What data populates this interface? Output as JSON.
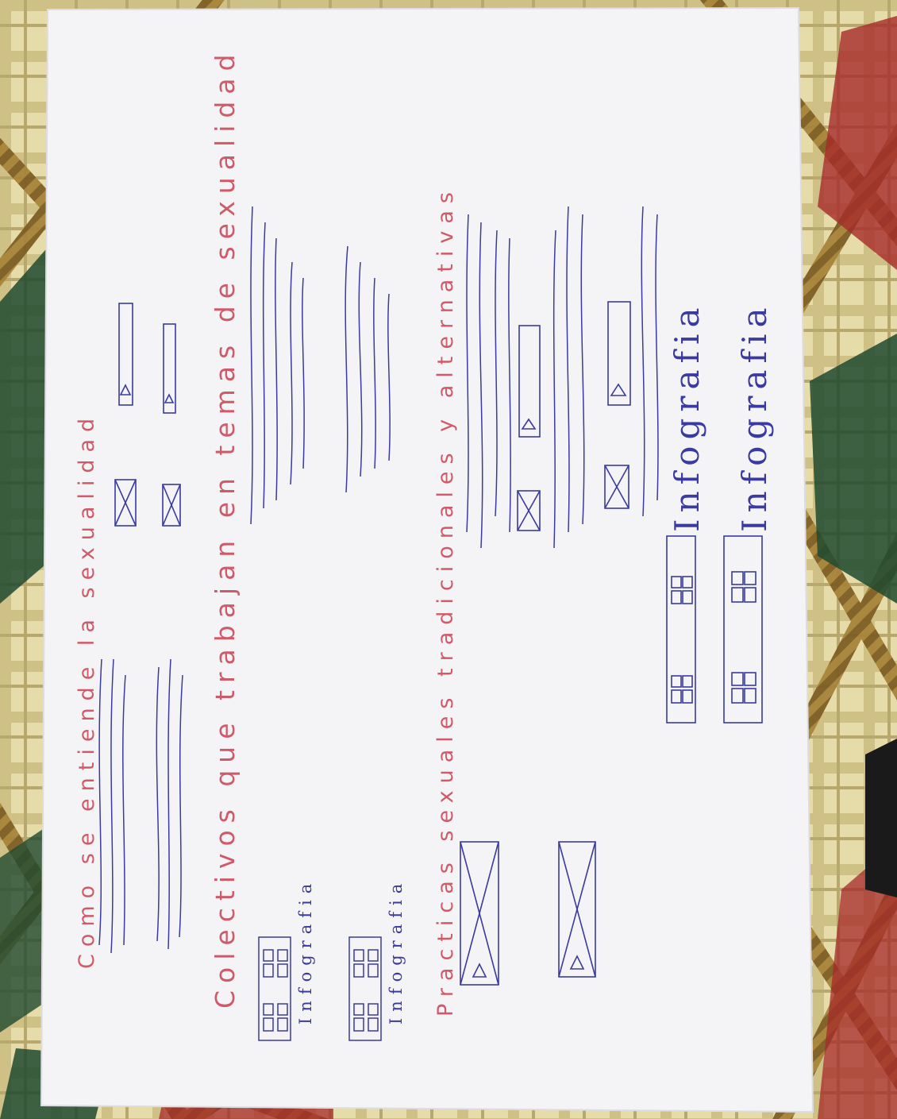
{
  "sketch": {
    "heading_1": "Como se entiende la sexualidad",
    "heading_2": "Colectivos que trabajan en temas de sexualidad",
    "heading_3": "Practicas sexuales tradicionales y alternativas",
    "infographic_label_small_1": "Infografia",
    "infographic_label_small_2": "Infografia",
    "infographic_label_large_1": "Infografia",
    "infographic_label_large_2": "Infografia"
  },
  "colors": {
    "paper": "#f4f4f6",
    "red_ink": "#cf5a6a",
    "blue_ink": "#3a3aa0",
    "tablecloth_cream": "#e6dcaa",
    "tablecloth_rope": "#a8843a",
    "tablecloth_green": "#1f4a30",
    "tablecloth_red": "#a62a2a"
  }
}
